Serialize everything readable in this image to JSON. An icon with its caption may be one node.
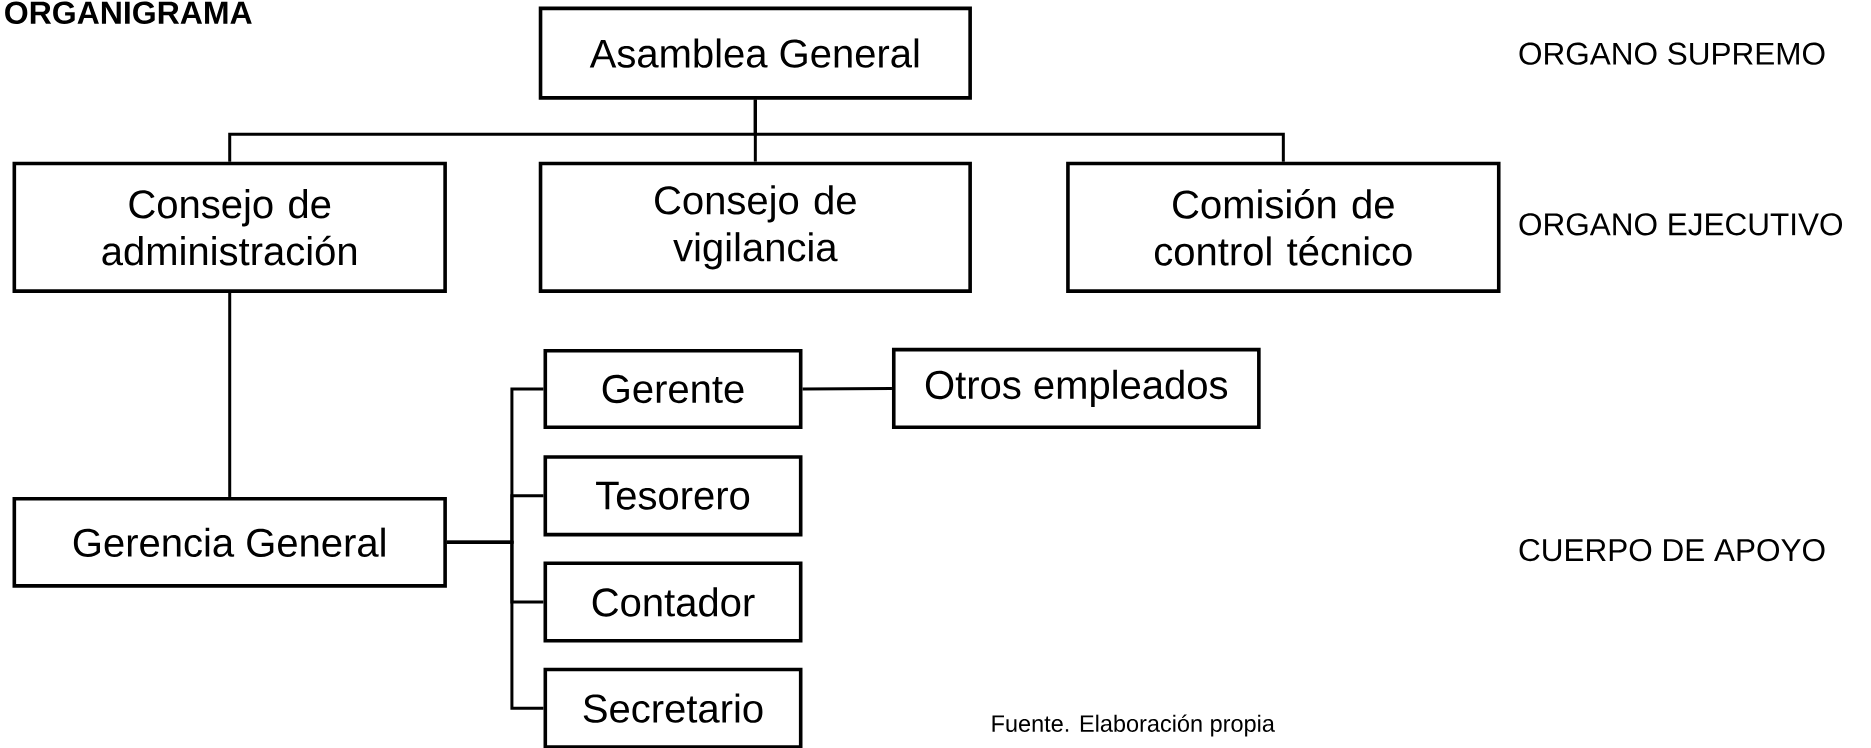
{
  "diagram": {
    "title": "ORGANIGRAMA",
    "nodes": [
      {
        "text": [
          "Asamblea General"
        ]
      },
      {
        "text": [
          "Consejo de administración"
        ]
      },
      {
        "text": [
          "Consejo de vigilancia"
        ]
      },
      {
        "text": [
          "Comisión de control técnico"
        ]
      },
      {
        "text": [
          "Gerente"
        ]
      },
      {
        "text": [
          "Otros empleados"
        ]
      },
      {
        "text": [
          "Tesorero"
        ]
      },
      {
        "text": [
          "Gerencia General"
        ]
      },
      {
        "text": [
          "Contador"
        ]
      },
      {
        "text": [
          "Secretario"
        ]
      }
    ],
    "edges": [
      {
        "from": 0,
        "to": 1,
        "arrow": "none"
      },
      {
        "from": 0,
        "to": 2,
        "arrow": "none"
      },
      {
        "from": 0,
        "to": 3,
        "arrow": "none"
      },
      {
        "from": 1,
        "to": 7,
        "arrow": "none"
      },
      {
        "from": 7,
        "to": 4,
        "arrow": "none"
      },
      {
        "from": 7,
        "to": 6,
        "arrow": "none"
      },
      {
        "from": 7,
        "to": 8,
        "arrow": "none"
      },
      {
        "from": 7,
        "to": 9,
        "arrow": "none"
      },
      {
        "from": 4,
        "to": 5,
        "arrow": "none"
      }
    ],
    "labels": [
      "ORGANO SUPREMO",
      "ORGANO EJECUTIVO",
      "CUERPO DE APOYO",
      "Fuente. Elaboración propia"
    ]
  }
}
